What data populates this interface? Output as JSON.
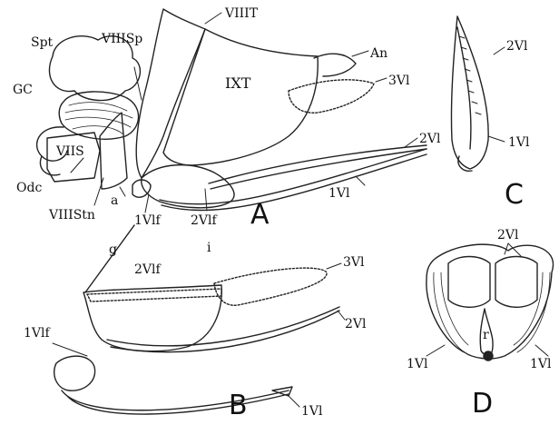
{
  "figure": {
    "panel_labels": {
      "a": "A",
      "b": "B",
      "c": "C",
      "d": "D"
    },
    "labels_A": {
      "spt": "Spt",
      "gc": "GC",
      "viis": "VIIS",
      "odc": "Odc",
      "viiisp": "VIIISp",
      "viiistn": "VIIIStn",
      "a": "a",
      "viiit": "VIIIT",
      "ixt": "IXT",
      "an": "An",
      "third_valvula": "3Vl",
      "first_valvula": "1Vl",
      "second_valvula": "2Vl",
      "first_valvifer": "1Vlf",
      "second_valvifer": "2Vlf"
    },
    "labels_B": {
      "g": "g",
      "second_valvifer": "2Vlf",
      "i": "i",
      "third_valvula": "3Vl",
      "second_valvula": "2Vl",
      "first_valvifer": "1Vlf",
      "first_valvula": "1Vl"
    },
    "labels_C": {
      "second_valvula": "2Vl",
      "first_valvula": "1Vl"
    },
    "labels_D": {
      "second_valvula": "2Vl",
      "r": "r",
      "first_valvula_left": "1Vl",
      "first_valvula_right": "1Vl"
    }
  }
}
